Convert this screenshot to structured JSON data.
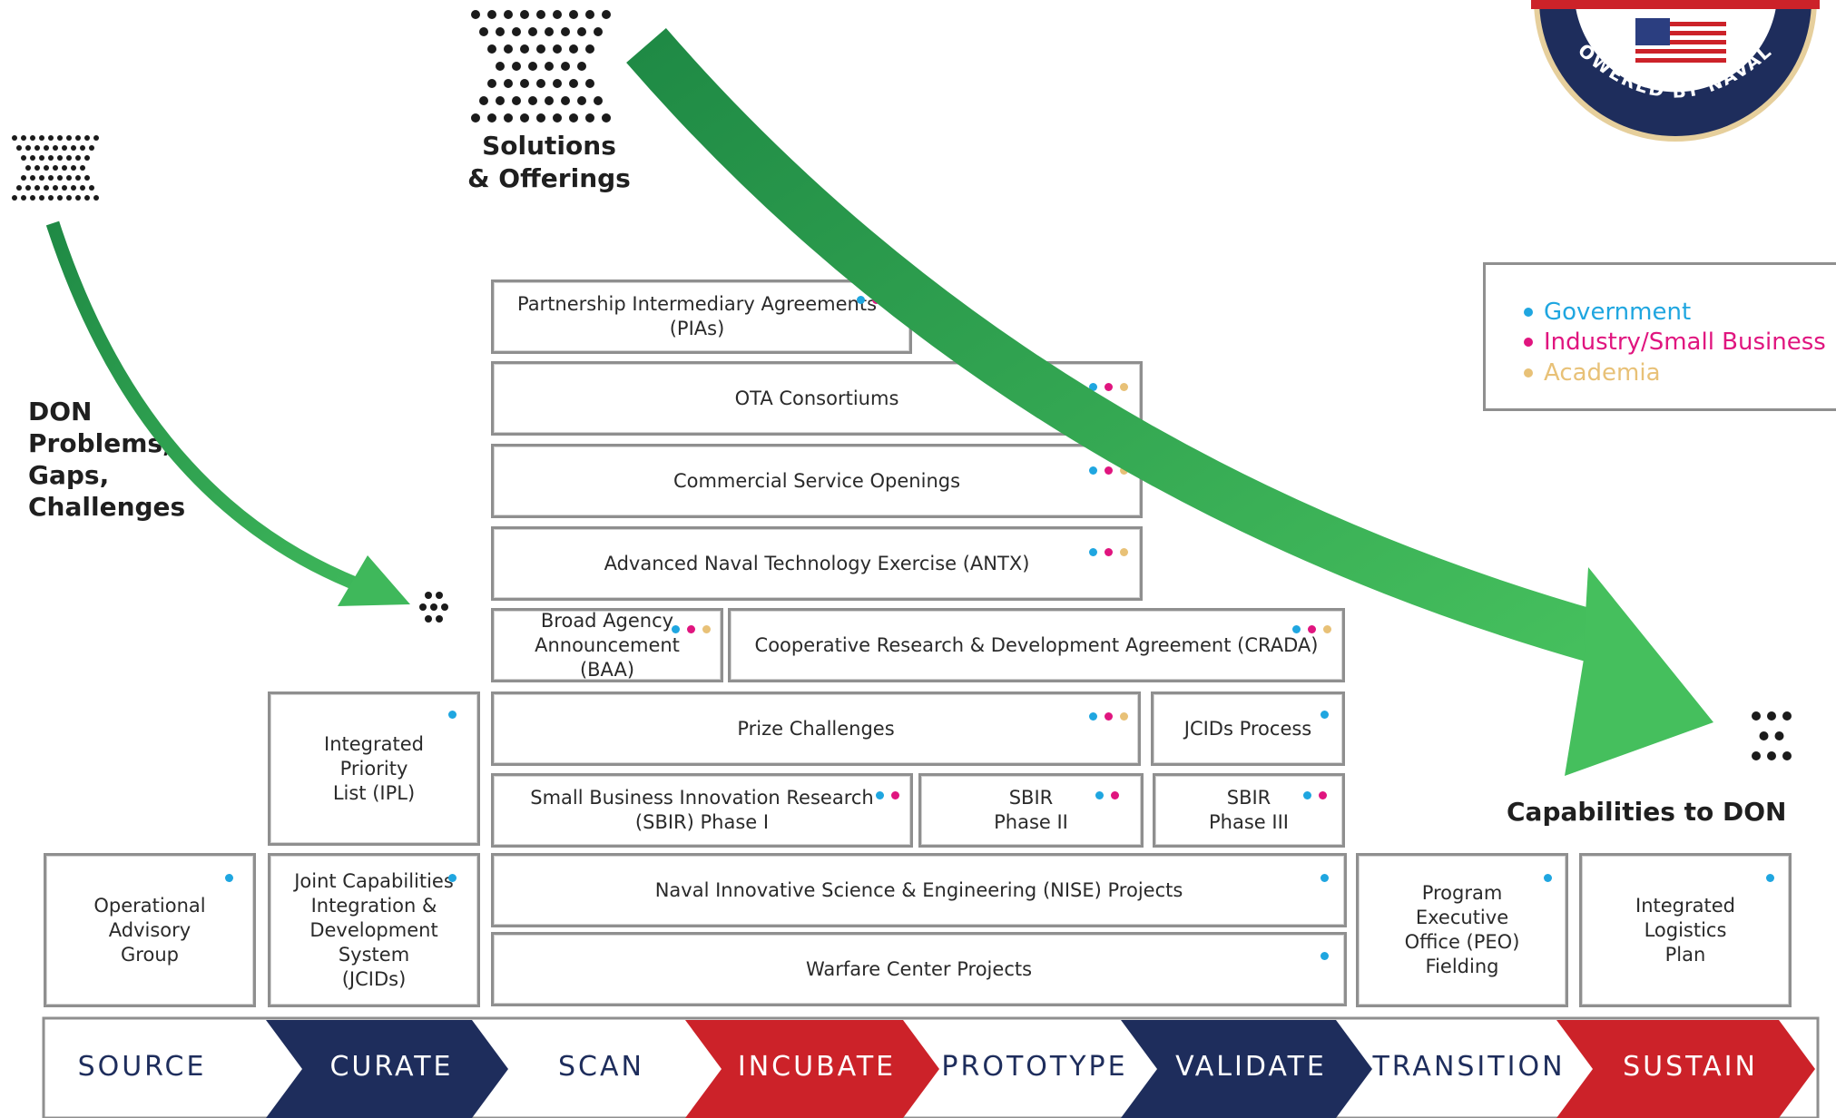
{
  "colors": {
    "government": "#1fa6e0",
    "industry": "#e0157f",
    "academia": "#e8c177",
    "arrow_green": "#35ad58",
    "navy": "#1e2d5c",
    "red": "#cc2229",
    "text_dark": "#2a2a2a"
  },
  "labels": {
    "solutions": "Solutions\n& Offerings",
    "problems": "DON\nProblems,\nGaps,\nChallenges",
    "capabilities": "Capabilities to DON"
  },
  "legend": {
    "items": [
      {
        "label": "Government",
        "color": "#1fa6e0"
      },
      {
        "label": "Industry/Small Business",
        "color": "#e0157f"
      },
      {
        "label": "Academia",
        "color": "#e8c177"
      }
    ]
  },
  "badge": {
    "text": "POWERED BY NAVALX"
  },
  "pathways": [
    {
      "id": "pias",
      "label": "Partnership Intermediary Agreements (PIAs)",
      "dots": [
        "government",
        "industry",
        "academia"
      ]
    },
    {
      "id": "ota",
      "label": "OTA Consortiums",
      "dots": [
        "government",
        "industry",
        "academia"
      ]
    },
    {
      "id": "cso",
      "label": "Commercial Service Openings",
      "dots": [
        "government",
        "industry",
        "academia"
      ]
    },
    {
      "id": "antx",
      "label": "Advanced Naval Technology Exercise (ANTX)",
      "dots": [
        "government",
        "industry",
        "academia"
      ]
    },
    {
      "id": "baa",
      "label": "Broad Agency\nAnnouncement (BAA)",
      "dots": [
        "government",
        "industry",
        "academia"
      ]
    },
    {
      "id": "crada",
      "label": "Cooperative Research & Development Agreement (CRADA)",
      "dots": [
        "government",
        "industry",
        "academia"
      ]
    },
    {
      "id": "ipl",
      "label": "Integrated Priority\nList (IPL)",
      "dots": [
        "government"
      ]
    },
    {
      "id": "prize",
      "label": "Prize Challenges",
      "dots": [
        "government",
        "industry",
        "academia"
      ]
    },
    {
      "id": "jcids-process",
      "label": "JCIDs Process",
      "dots": [
        "government"
      ]
    },
    {
      "id": "sbir1",
      "label": "Small Business Innovation Research\n(SBIR) Phase I",
      "dots": [
        "government",
        "industry"
      ]
    },
    {
      "id": "sbir2",
      "label": "SBIR\nPhase II",
      "dots": [
        "government",
        "industry"
      ]
    },
    {
      "id": "sbir3",
      "label": "SBIR\nPhase III",
      "dots": [
        "government",
        "industry"
      ]
    },
    {
      "id": "oag",
      "label": "Operational Advisory\nGroup",
      "dots": [
        "government"
      ]
    },
    {
      "id": "jcids",
      "label": "Joint Capabilities\nIntegration &\nDevelopment System\n(JCIDs)",
      "dots": [
        "government"
      ]
    },
    {
      "id": "nise",
      "label": "Naval Innovative Science & Engineering (NISE) Projects",
      "dots": [
        "government"
      ]
    },
    {
      "id": "wcp",
      "label": "Warfare Center Projects",
      "dots": [
        "government"
      ]
    },
    {
      "id": "peo",
      "label": "Program Executive\nOffice (PEO)\nFielding",
      "dots": [
        "government"
      ]
    },
    {
      "id": "ilp",
      "label": "Integrated\nLogistics\nPlan",
      "dots": [
        "government"
      ]
    }
  ],
  "stages": [
    {
      "label": "SOURCE",
      "style": "white"
    },
    {
      "label": "CURATE",
      "style": "navy"
    },
    {
      "label": "SCAN",
      "style": "white"
    },
    {
      "label": "INCUBATE",
      "style": "red"
    },
    {
      "label": "PROTOTYPE",
      "style": "white"
    },
    {
      "label": "VALIDATE",
      "style": "navy"
    },
    {
      "label": "TRANSITION",
      "style": "white"
    },
    {
      "label": "SUSTAIN",
      "style": "red"
    }
  ]
}
